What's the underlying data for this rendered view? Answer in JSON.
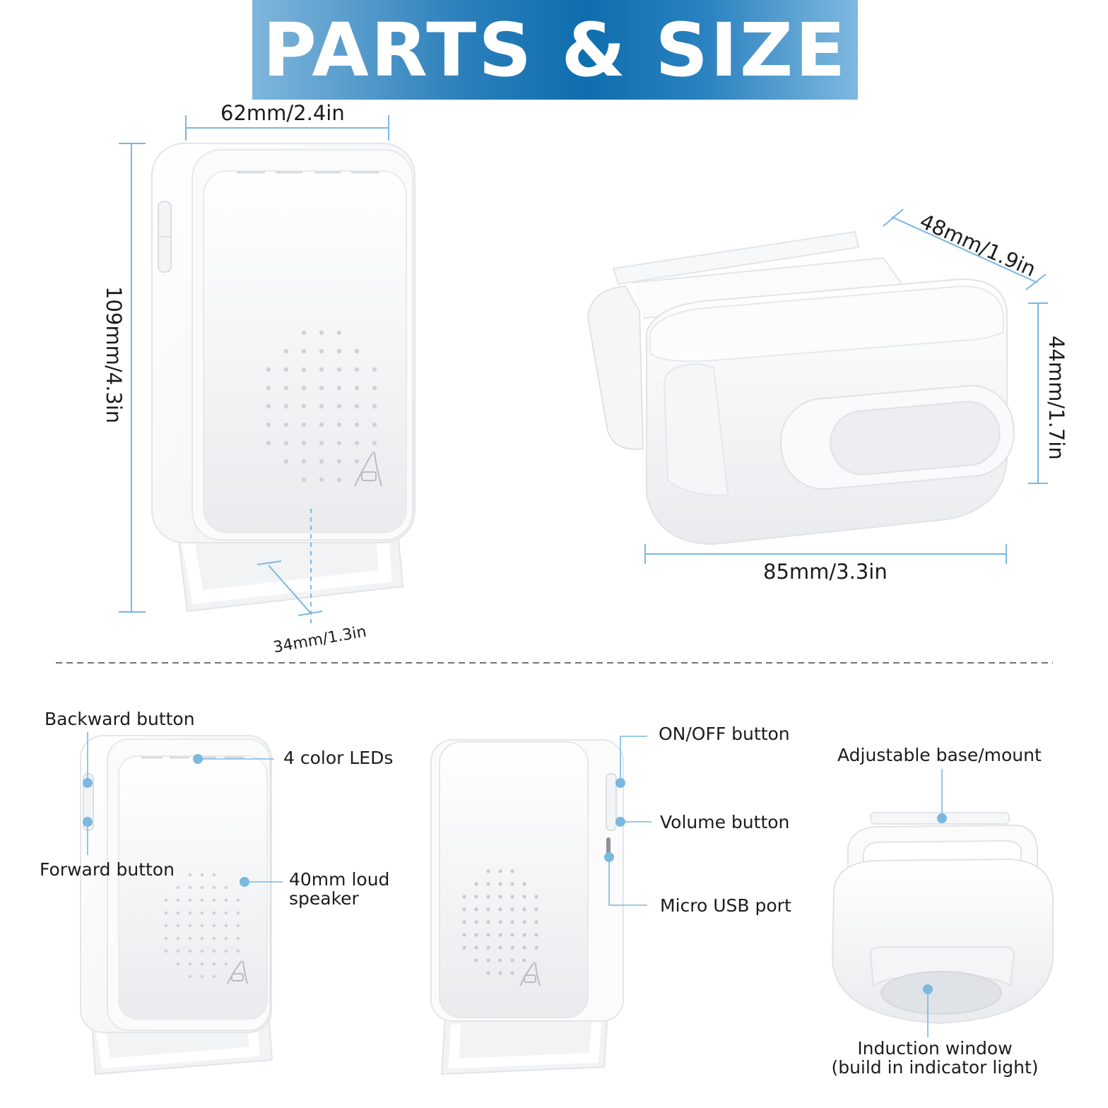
{
  "banner": {
    "title": "PARTS & SIZE",
    "colors": {
      "dark": "#0f6eae",
      "light": "#7fb6dc"
    }
  },
  "dimensions": {
    "receiver_width": "62mm/2.4in",
    "receiver_height": "109mm/4.3in",
    "receiver_depth": "34mm/1.3in",
    "sensor_depth": "48mm/1.9in",
    "sensor_height": "44mm/1.7in",
    "sensor_width": "85mm/3.3in"
  },
  "parts": {
    "backward_button": "Backward button",
    "forward_button": "Forward button",
    "color_leds": "4 color LEDs",
    "speaker_line1": "40mm loud",
    "speaker_line2": "speaker",
    "on_off_button": "ON/OFF button",
    "volume_button": "Volume button",
    "micro_usb_port": "Micro USB port",
    "adjustable_mount": "Adjustable base/mount",
    "induction_window_line1": "Induction window",
    "induction_window_line2": "(build in indicator light)"
  },
  "accent_color": "#7ab8e0",
  "icons": [
    "car-road-logo-icon"
  ]
}
